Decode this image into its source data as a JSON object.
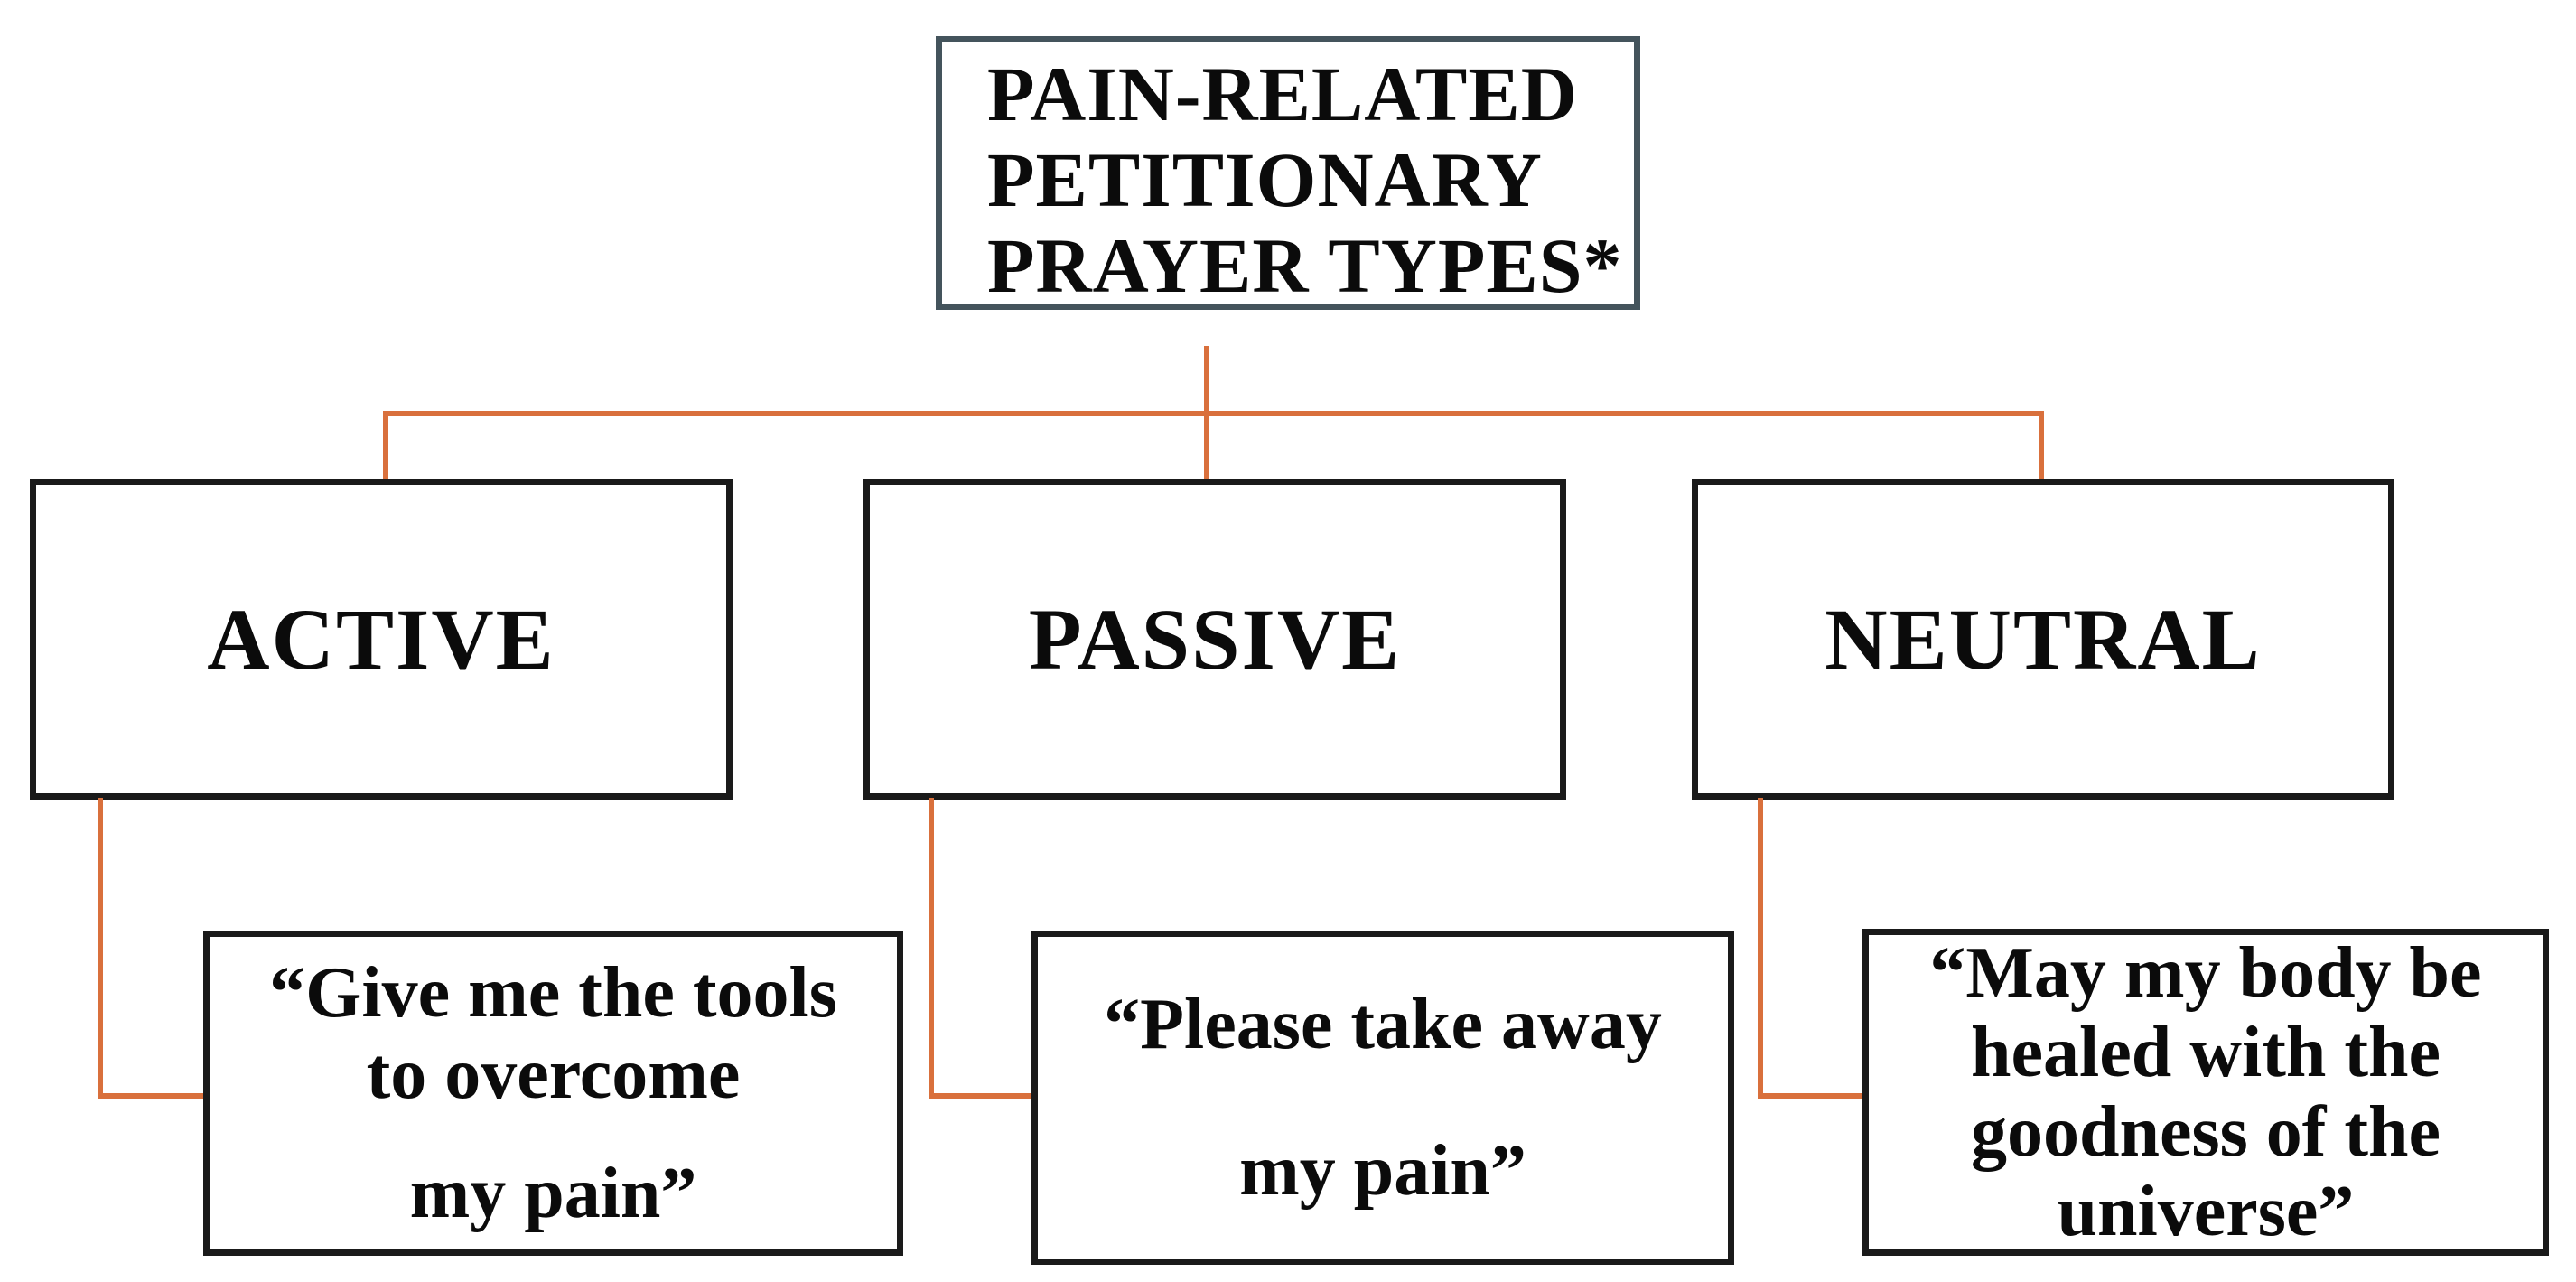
{
  "title_box": {
    "line1": "PAIN-RELATED",
    "line2": "PETITIONARY",
    "line3": "PRAYER TYPES*"
  },
  "branches": [
    {
      "label": "ACTIVE",
      "quote": {
        "line1": "“Give me the tools",
        "line2": "to overcome",
        "line3": "my pain”"
      }
    },
    {
      "label": "PASSIVE",
      "quote": {
        "line1": "“Please take away",
        "line2": "my pain”"
      }
    },
    {
      "label": "NEUTRAL",
      "quote": {
        "line1": "“May my body be",
        "line2": "healed with the",
        "line3": "goodness of the",
        "line4": "universe”"
      }
    }
  ],
  "colors": {
    "connector": "#D9703C",
    "title_border": "#44545C",
    "box_border": "#1A1A1A",
    "text": "#0B0B0B",
    "bg": "#FFFFFF"
  }
}
